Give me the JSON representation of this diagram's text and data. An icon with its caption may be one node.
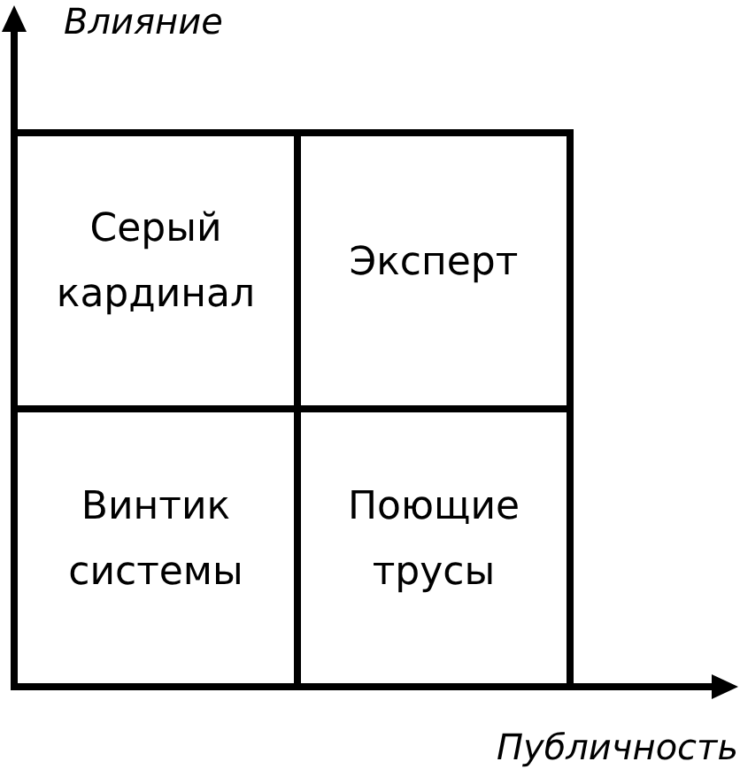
{
  "diagram": {
    "nodes": [
      {
        "text": [
          "Серый кардинал"
        ]
      },
      {
        "text": [
          "Эксперт"
        ]
      },
      {
        "text": [
          "Винтик системы"
        ]
      },
      {
        "text": [
          "Поющие трусы"
        ]
      }
    ],
    "labels": [
      "Влияние",
      "Публичность"
    ]
  }
}
